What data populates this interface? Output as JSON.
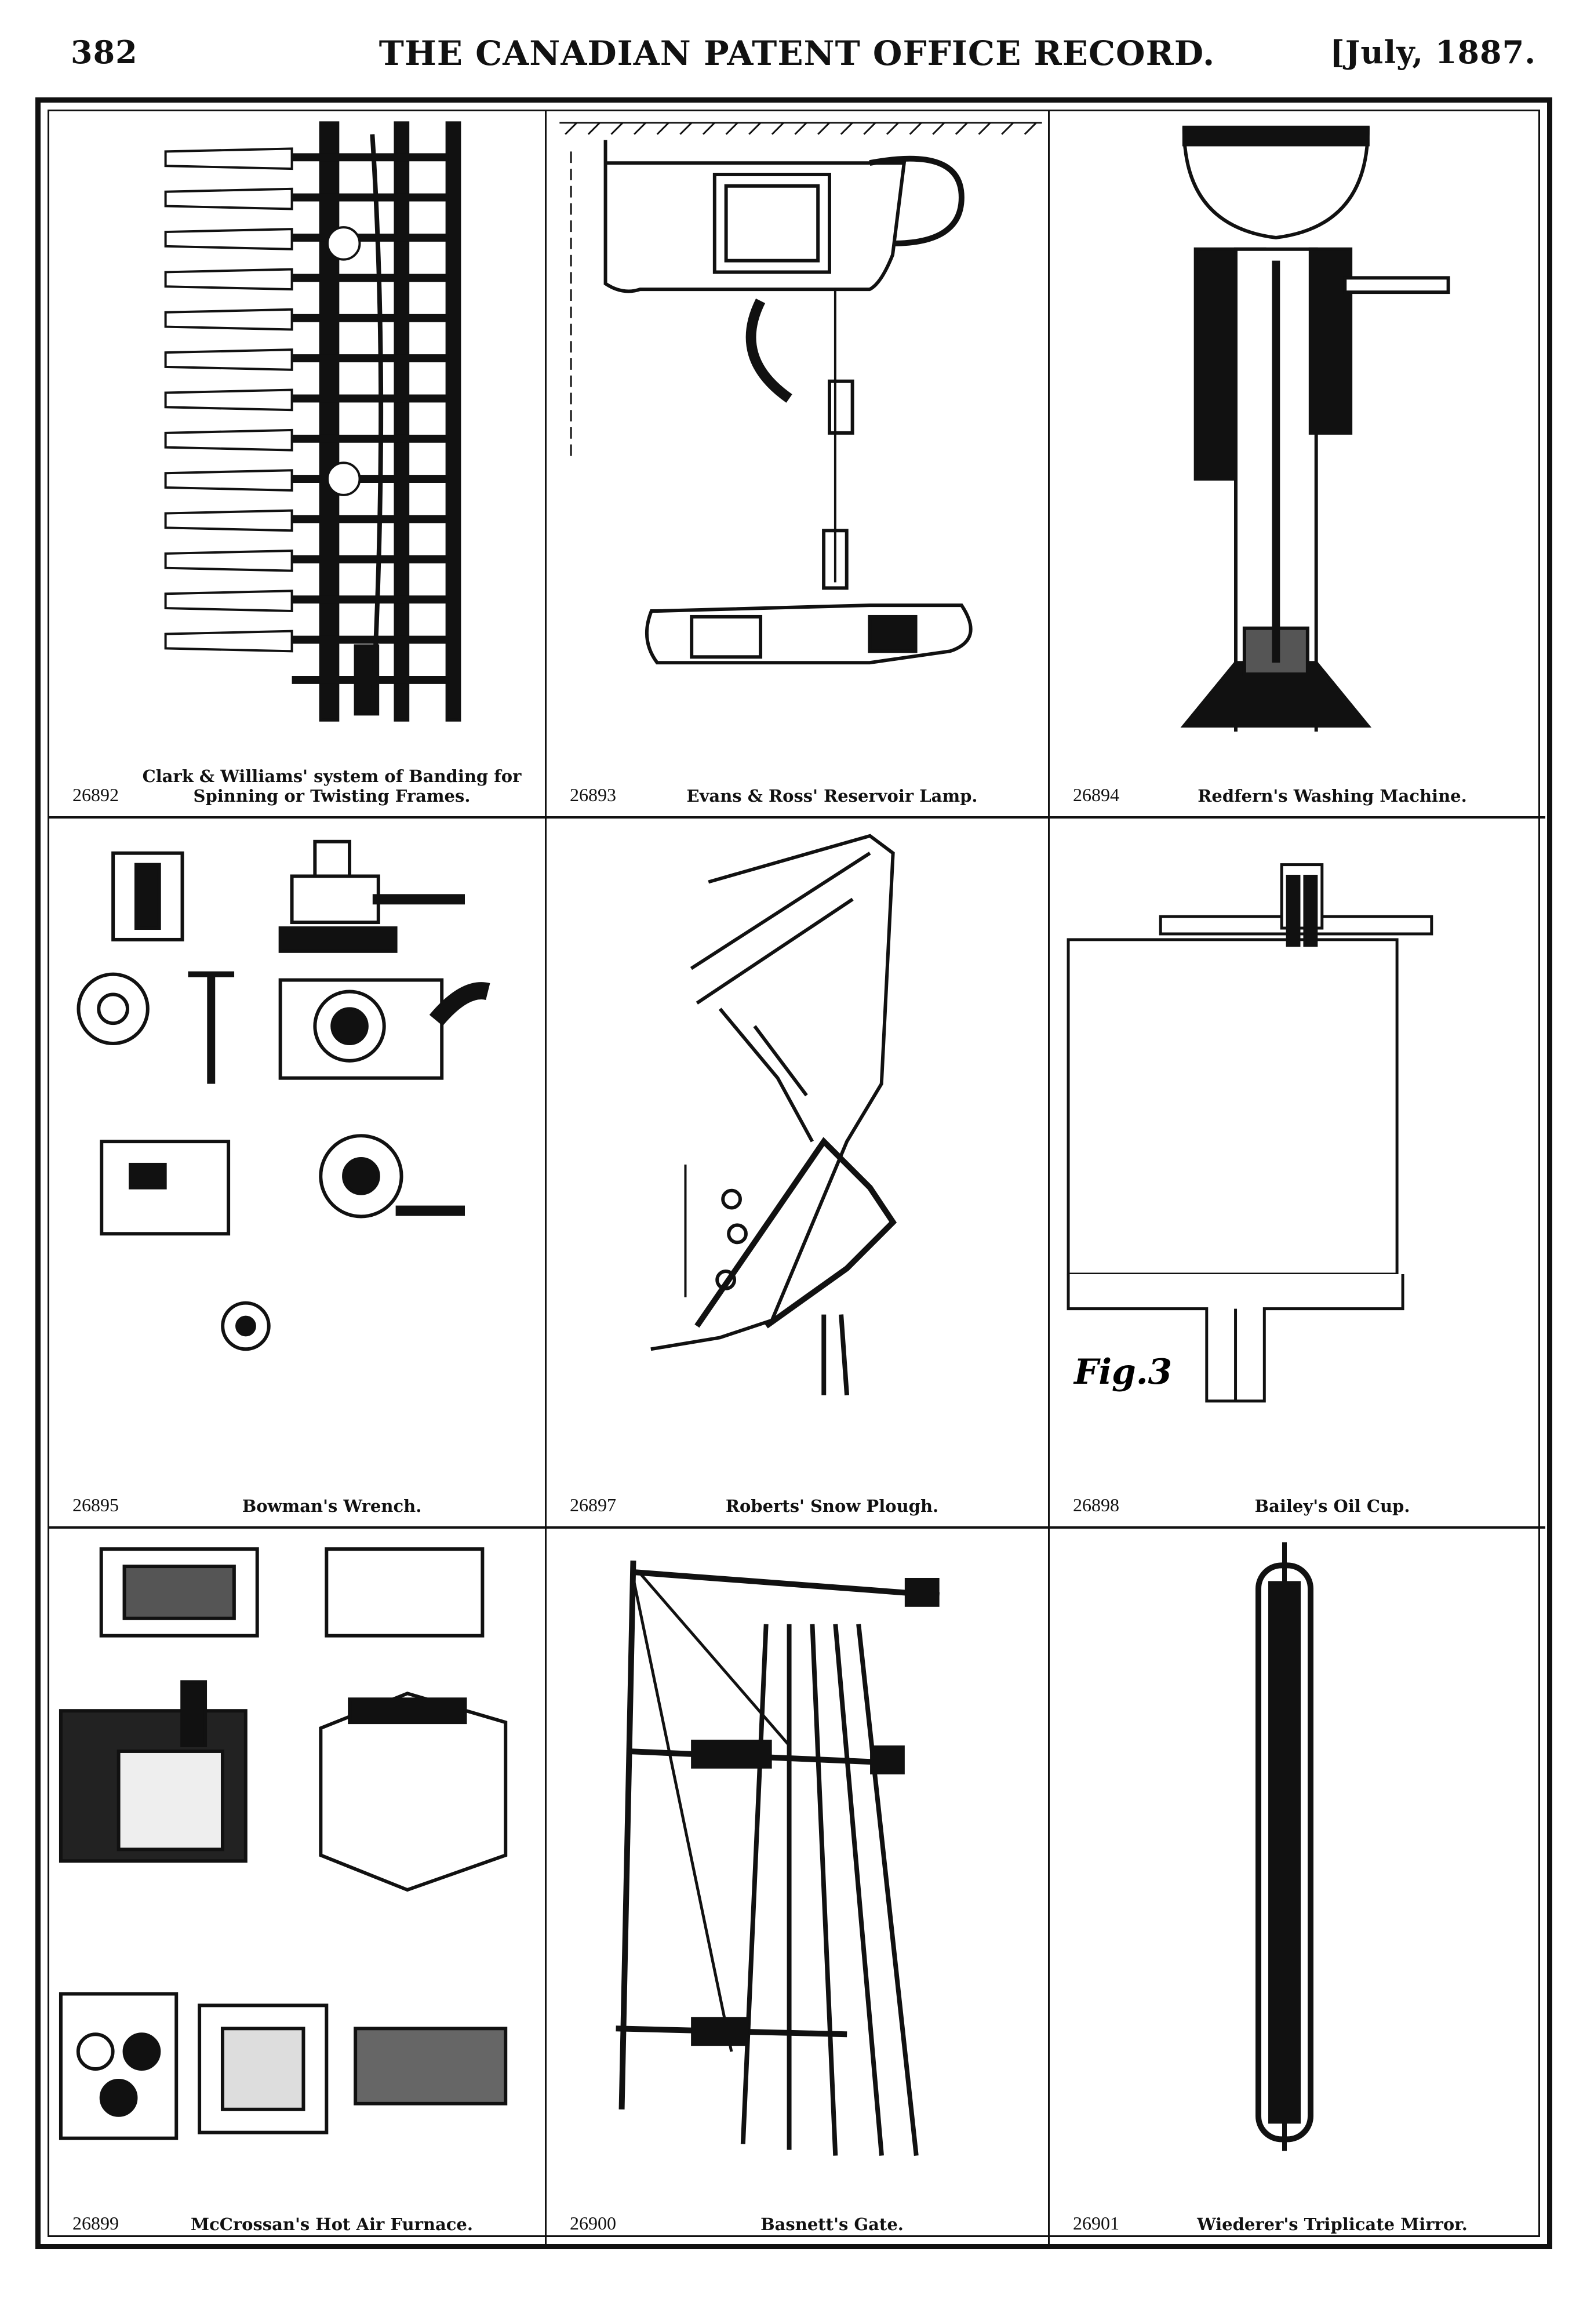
{
  "header": {
    "page_number": "382",
    "title": "THE CANADIAN PATENT OFFICE RECORD.",
    "date": "[July, 1887."
  },
  "patents": [
    {
      "number": "26892",
      "title": "Clark & Williams' system of Banding for Spinning or Twisting Frames."
    },
    {
      "number": "26893",
      "title": "Evans & Ross' Reservoir Lamp."
    },
    {
      "number": "26894",
      "title": "Redfern's Washing Machine."
    },
    {
      "number": "26895",
      "title": "Bowman's Wrench."
    },
    {
      "number": "26897",
      "title": "Roberts' Snow Plough."
    },
    {
      "number": "26898",
      "title": "Bailey's Oil Cup."
    },
    {
      "number": "26899",
      "title": "McCrossan's Hot Air Furnace."
    },
    {
      "number": "26900",
      "title": "Basnett's Gate."
    },
    {
      "number": "26901",
      "title": "Wiederer's Triplicate Mirror."
    }
  ]
}
